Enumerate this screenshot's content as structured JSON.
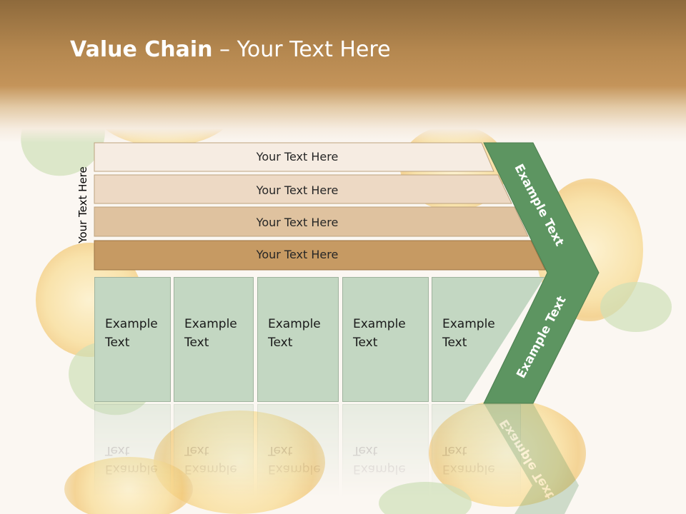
{
  "title": {
    "bold": "Value Chain",
    "rest": " – Your Text Here"
  },
  "side_label": "Your Text Here",
  "rows": [
    {
      "text": "Your Text Here",
      "color": "#f6ece2"
    },
    {
      "text": "Your Text Here",
      "color": "#edd9c4"
    },
    {
      "text": "Your Text Here",
      "color": "#dfc29f"
    },
    {
      "text": "Your Text Here",
      "color": "#c69a63"
    }
  ],
  "columns": [
    {
      "line1": "Example",
      "line2": "Text"
    },
    {
      "line1": "Example",
      "line2": "Text"
    },
    {
      "line1": "Example",
      "line2": "Text"
    },
    {
      "line1": "Example",
      "line2": "Text"
    },
    {
      "line1": "Example",
      "line2": "Text"
    }
  ],
  "chevron": {
    "upper_text": "Example Text",
    "lower_text": "Example Text",
    "color": "#5d9561"
  },
  "colors": {
    "column_fill": "#c3d7c2",
    "header_band": "#b4874f"
  }
}
